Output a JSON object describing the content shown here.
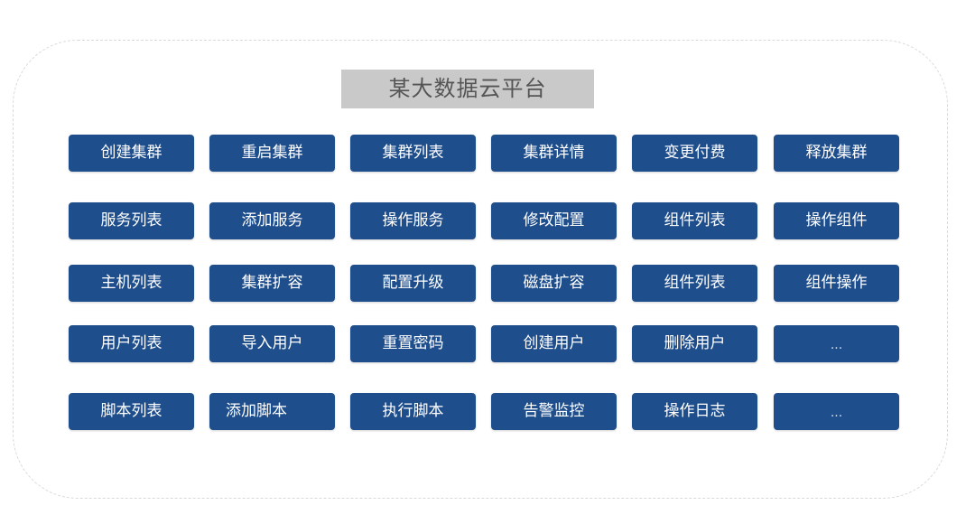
{
  "title": "某大数据云平台",
  "rows": [
    [
      "创建集群",
      "重启集群",
      "集群列表",
      "集群详情",
      "变更付费",
      "释放集群"
    ],
    [
      "服务列表",
      "添加服务",
      "操作服务",
      "修改配置",
      "组件列表",
      "操作组件"
    ],
    [
      "主机列表",
      "集群扩容",
      "配置升级",
      "磁盘扩容",
      "组件列表",
      "组件操作"
    ],
    [
      "用户列表",
      "导入用户",
      "重置密码",
      "创建用户",
      "删除用户",
      "..."
    ],
    [
      "脚本列表",
      "添加脚本",
      "执行脚本",
      "告警监控",
      "操作日志",
      "..."
    ]
  ],
  "colors": {
    "button_bg": "#1f4e8c",
    "button_text": "#ffffff",
    "title_bg": "#c9c9c9",
    "title_text": "#555555",
    "frame_border": "#d9d9d9"
  }
}
